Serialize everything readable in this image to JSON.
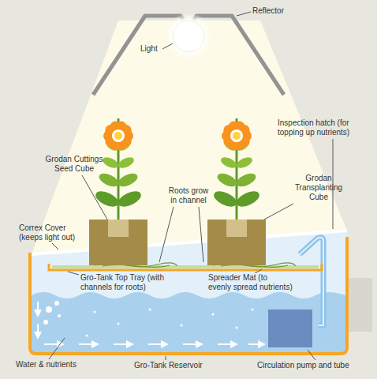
{
  "diagram": {
    "labels": [
      "Reflector",
      "Light",
      "Inspection hatch (for topping up nutrients)",
      "Grodan Cuttings Seed Cube",
      "Grodan Transplanting Cube",
      "Roots grow in channel",
      "Correx Cover (keeps light out)",
      "Gro-Tank Top Tray (with channels for roots)",
      "Spreader Mat (to evenly spread nutrients)",
      "Water & nutrients",
      "Gro-Tank Reservoir",
      "Circulation pump and tube"
    ]
  }
}
